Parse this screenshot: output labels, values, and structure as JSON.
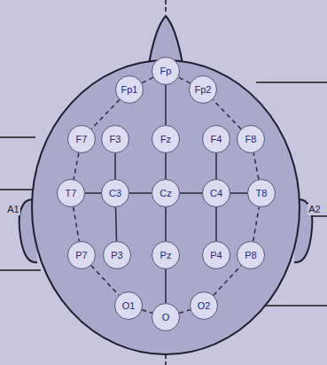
{
  "diagram": {
    "nodes": [
      {
        "text": [
          "Fp"
        ]
      },
      {
        "text": [
          "Fp1"
        ]
      },
      {
        "text": [
          "Fp2"
        ]
      },
      {
        "text": [
          "F7"
        ]
      },
      {
        "text": [
          "F3"
        ]
      },
      {
        "text": [
          "Fz"
        ]
      },
      {
        "text": [
          "F4"
        ]
      },
      {
        "text": [
          "F8"
        ]
      },
      {
        "text": [
          "T7"
        ]
      },
      {
        "text": [
          "C3"
        ]
      },
      {
        "text": [
          "Cz"
        ]
      },
      {
        "text": [
          "C4"
        ]
      },
      {
        "text": [
          "T8"
        ]
      },
      {
        "text": [
          "P7"
        ]
      },
      {
        "text": [
          "P3"
        ]
      },
      {
        "text": [
          "Pz"
        ]
      },
      {
        "text": [
          "P4"
        ]
      },
      {
        "text": [
          "P8"
        ]
      },
      {
        "text": [
          "O1"
        ]
      },
      {
        "text": [
          "O"
        ]
      },
      {
        "text": [
          "O2"
        ]
      }
    ],
    "edges": [
      {
        "from": 0,
        "to": 5,
        "arrow": "none"
      },
      {
        "from": 5,
        "to": 10,
        "arrow": "none"
      },
      {
        "from": 10,
        "to": 15,
        "arrow": "none"
      },
      {
        "from": 15,
        "to": 19,
        "arrow": "none"
      },
      {
        "from": 8,
        "to": 9,
        "arrow": "none"
      },
      {
        "from": 9,
        "to": 10,
        "arrow": "none"
      },
      {
        "from": 10,
        "to": 11,
        "arrow": "none"
      },
      {
        "from": 11,
        "to": 12,
        "arrow": "none"
      },
      {
        "from": 4,
        "to": 9,
        "arrow": "none"
      },
      {
        "from": 9,
        "to": 14,
        "arrow": "none"
      },
      {
        "from": 6,
        "to": 11,
        "arrow": "none"
      },
      {
        "from": 11,
        "to": 16,
        "arrow": "none"
      },
      {
        "from": 0,
        "to": 1,
        "arrow": "none"
      },
      {
        "from": 1,
        "to": 3,
        "arrow": "none"
      },
      {
        "from": 3,
        "to": 8,
        "arrow": "none"
      },
      {
        "from": 8,
        "to": 13,
        "arrow": "none"
      },
      {
        "from": 13,
        "to": 18,
        "arrow": "none"
      },
      {
        "from": 18,
        "to": 19,
        "arrow": "none"
      },
      {
        "from": 19,
        "to": 20,
        "arrow": "none"
      },
      {
        "from": 20,
        "to": 17,
        "arrow": "none"
      },
      {
        "from": 17,
        "to": 12,
        "arrow": "none"
      },
      {
        "from": 12,
        "to": 7,
        "arrow": "none"
      },
      {
        "from": 7,
        "to": 2,
        "arrow": "none"
      },
      {
        "from": 2,
        "to": 0,
        "arrow": "none"
      }
    ],
    "labels": [
      "A1",
      "A2"
    ]
  }
}
